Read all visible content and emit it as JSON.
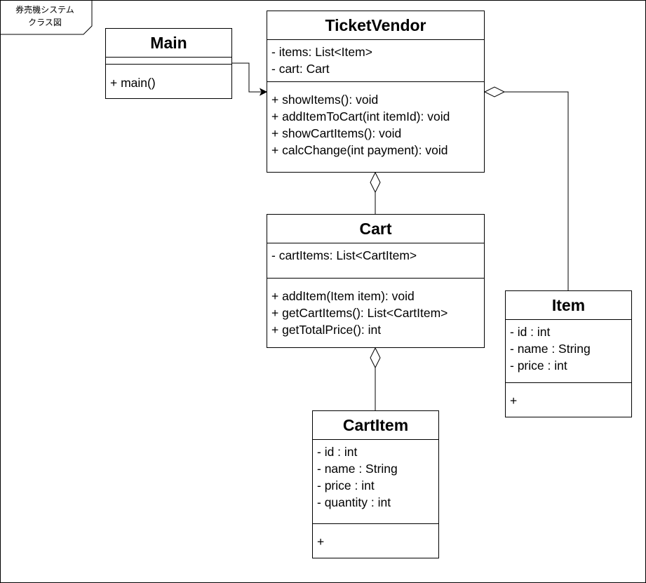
{
  "frame_label": {
    "line1": "券売機システム",
    "line2": "クラス図"
  },
  "classes": {
    "main": {
      "name": "Main",
      "attributes": [],
      "methods": [
        "+ main()"
      ]
    },
    "ticket_vendor": {
      "name": "TicketVendor",
      "attributes": [
        "- items: List<Item>",
        "- cart: Cart"
      ],
      "methods": [
        "+ showItems(): void",
        "+ addItemToCart(int itemId): void",
        "+ showCartItems(): void",
        "+ calcChange(int payment): void"
      ]
    },
    "cart": {
      "name": "Cart",
      "attributes": [
        "- cartItems: List<CartItem>"
      ],
      "methods": [
        "+ addItem(Item item): void",
        "+ getCartItems(): List<CartItem>",
        "+ getTotalPrice(): int"
      ]
    },
    "item": {
      "name": "Item",
      "attributes": [
        "- id : int",
        "- name : String",
        "- price : int"
      ],
      "methods": [
        "+"
      ]
    },
    "cart_item": {
      "name": "CartItem",
      "attributes": [
        "- id : int",
        "- name : String",
        "- price : int",
        "- quantity : int"
      ],
      "methods": [
        "+"
      ]
    }
  },
  "relationships": [
    {
      "from": "main",
      "to": "ticket_vendor",
      "kind": "dependency-arrow"
    },
    {
      "from": "ticket_vendor",
      "to": "cart",
      "kind": "aggregation"
    },
    {
      "from": "ticket_vendor",
      "to": "item",
      "kind": "aggregation"
    },
    {
      "from": "cart",
      "to": "cart_item",
      "kind": "aggregation"
    }
  ]
}
